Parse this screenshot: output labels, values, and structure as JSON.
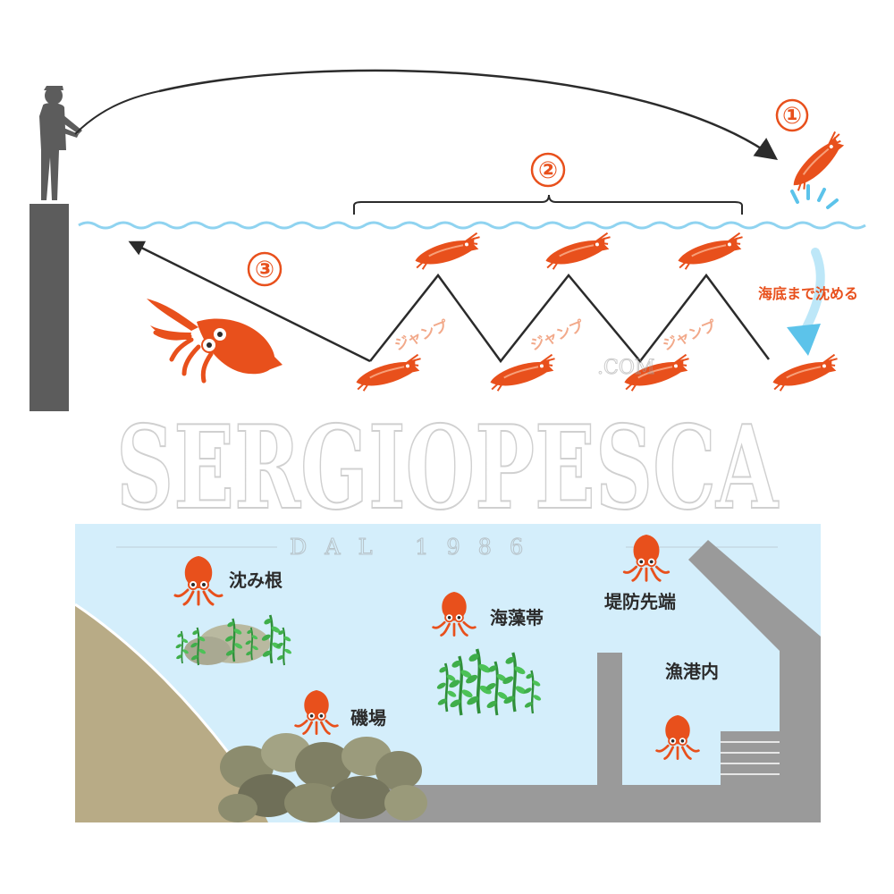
{
  "top_diagram": {
    "steps": [
      "①",
      "②",
      "③"
    ],
    "jump_label": "ジャンプ",
    "sink_label": "海底まで沈める"
  },
  "watermark": {
    "brand": "SERGIOPESCA",
    "domain": ".COM",
    "since": "DAL 1986"
  },
  "spots": {
    "shizumine": "沈み根",
    "kaisoutai": "海藻帯",
    "teibou_sentan": "堤防先端",
    "gyokounai": "漁港内",
    "isoba": "磯場"
  },
  "colors": {
    "accent_orange": "#e8501c",
    "water_blue": "#d4eefb",
    "wave_blue": "#8fd3f0",
    "pier_gray": "#5c5c5c",
    "seabed_sand": "#b8ab86",
    "structure_gray": "#9a9a9a",
    "weed_green": "#3fae4a"
  },
  "icons": [
    "angler-icon",
    "egi-lure-icon",
    "squid-icon",
    "splash-icon",
    "seaweed-icon",
    "rocks-icon"
  ]
}
